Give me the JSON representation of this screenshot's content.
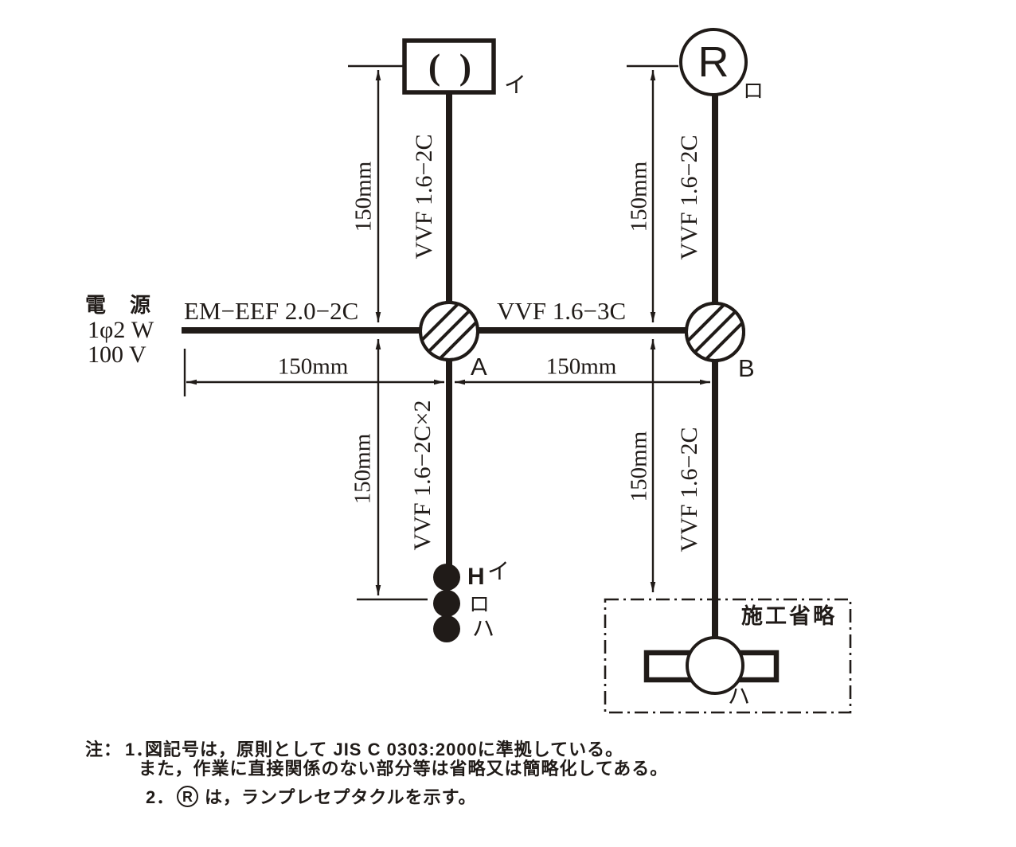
{
  "power": {
    "name": "電　源",
    "spec1": "1φ2 W",
    "spec2": "100 V"
  },
  "cables": {
    "source": "EM−EEF 2.0−2C",
    "branch": "VVF 1.6−3C",
    "vvf2c": "VVF 1.6−2C",
    "vvf2c_x2": "VVF 1.6−2C×2"
  },
  "dims": {
    "d150": "150mm"
  },
  "devices": {
    "ceiling_glyph": "( )",
    "ceiling_label": "イ",
    "receptacle_letter": "R",
    "receptacle_label": "ロ",
    "junction_a": "A",
    "junction_b": "B",
    "switch_h": "H",
    "switch_i": "イ",
    "switch_ro": "ロ",
    "switch_ha": "ハ",
    "fluorescent_label": "ハ",
    "omission": "施工省略"
  },
  "notes": {
    "prefix": "注：",
    "n1_num": "1．",
    "n1_line1": "図記号は，原則として JIS C 0303:2000に準拠している。",
    "n1_line2": "また，作業に直接関係のない部分等は省略又は簡略化してある。",
    "n2_num": "2．",
    "n2_symbol": "R",
    "n2_text": "は，ランプレセプタクルを示す。"
  }
}
